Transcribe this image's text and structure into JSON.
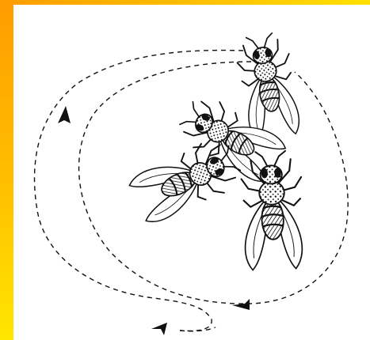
{
  "figure": {
    "subject": "honey-bee-waggle-dance",
    "background_color": "#ffffff",
    "frame_colors": {
      "stripe_top": "#ff9c00",
      "stripe_bottom": "#ffe600"
    },
    "ink_color": "#111111",
    "bees": [
      {
        "id": "dancer",
        "role": "dancing-bee"
      },
      {
        "id": "follower-top",
        "role": "follower-bee"
      },
      {
        "id": "follower-middle",
        "role": "follower-bee"
      },
      {
        "id": "follower-left",
        "role": "follower-bee"
      }
    ],
    "path": {
      "style": "dashed",
      "arrows": [
        "arrow-upper-left",
        "arrow-bottom-right",
        "arrow-bottom-left"
      ]
    }
  }
}
